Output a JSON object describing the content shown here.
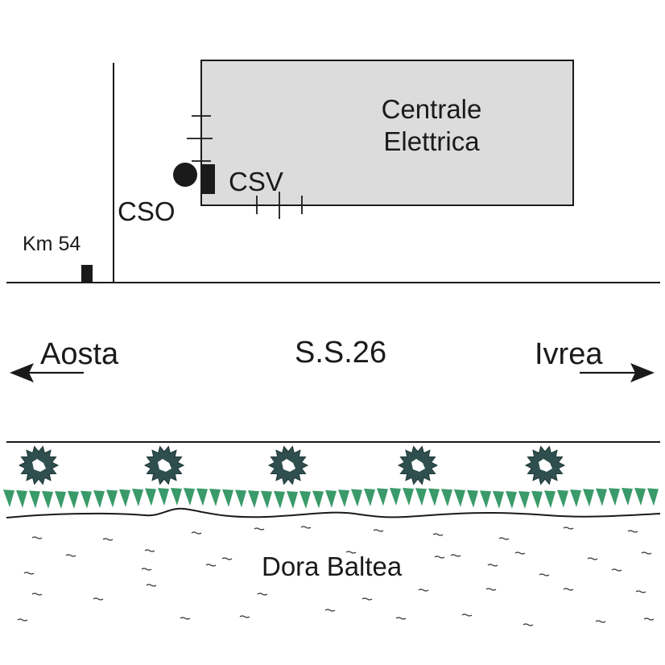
{
  "labels": {
    "plant": [
      "Centrale",
      "Elettrica"
    ],
    "csv": "CSV",
    "cso": "CSO",
    "km": "Km 54",
    "aosta": "Aosta",
    "road": "S.S.26",
    "ivrea": "Ivrea",
    "river": "Dora Baltea"
  },
  "colors": {
    "plant_fill": "#dcdcdc",
    "ink": "#1a1a1a",
    "tree_fill": "#2f4f4f",
    "grass": "#3a9a6a"
  },
  "icons": {
    "cso_marker": "filled-circle",
    "csv_marker": "filled-rectangle",
    "km_marker": "filled-rectangle",
    "arrow_left": "arrow-left",
    "arrow_right": "arrow-right",
    "tree": "shrub-icon"
  }
}
